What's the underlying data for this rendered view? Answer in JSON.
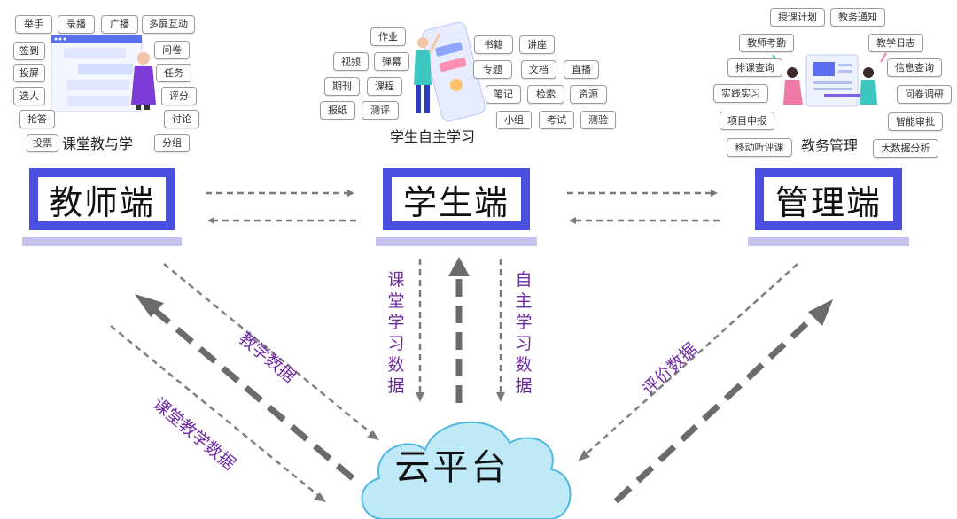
{
  "nodes": {
    "teacher": "教师端",
    "student": "学生端",
    "admin": "管理端",
    "cloud": "云平台"
  },
  "sections": {
    "teacher": {
      "title": "课堂教与学",
      "tags": [
        "举手",
        "录播",
        "广播",
        "多屏互动",
        "签到",
        "问卷",
        "投屏",
        "任务",
        "选人",
        "评分",
        "抢答",
        "讨论",
        "投票",
        "分组"
      ]
    },
    "student": {
      "title": "学生自主学习",
      "tags": [
        "作业",
        "视频",
        "弹幕",
        "期刊",
        "课程",
        "报纸",
        "测评",
        "书籍",
        "讲座",
        "专题",
        "文档",
        "直播",
        "笔记",
        "检索",
        "资源",
        "小组",
        "考试",
        "测验"
      ]
    },
    "admin": {
      "title": "教务管理",
      "tags": [
        "授课计划",
        "教务通知",
        "教师考勤",
        "教学日志",
        "排课查询",
        "信息查询",
        "实践实习",
        "问卷调研",
        "项目申报",
        "智能审批",
        "移动听评课",
        "大数据分析"
      ]
    }
  },
  "flows": {
    "teaching_data": "教学数据",
    "classroom_teaching_data": "课堂教学数据",
    "classroom_learning_data": "课堂学习数据",
    "self_learning_data": "自主学习数据",
    "evaluation_data": "评价数据"
  },
  "colors": {
    "monitor_frame": "#4b4fe0",
    "monitor_base": "#c6c3f0",
    "flow_label": "#6f2aa3",
    "arrow_dark": "#6b6b6b",
    "arrow_light": "#8a8a8a",
    "cloud_fill": "#bfe9f7",
    "cloud_stroke": "#4fb8e0"
  }
}
